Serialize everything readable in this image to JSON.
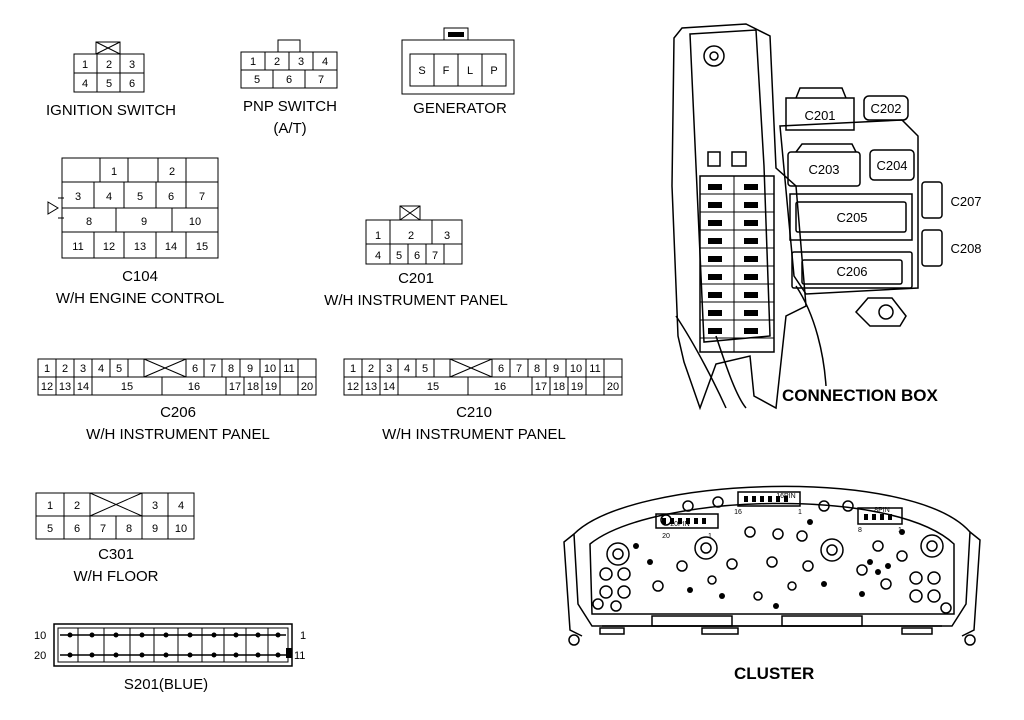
{
  "ignition": {
    "label": "IGNITION SWITCH",
    "pins": [
      "1",
      "2",
      "3",
      "4",
      "5",
      "6"
    ]
  },
  "pnp": {
    "label": "PNP SWITCH",
    "sublabel": "(A/T)",
    "pins": [
      "1",
      "2",
      "3",
      "4",
      "5",
      "6",
      "7"
    ]
  },
  "generator": {
    "label": "GENERATOR",
    "pins": [
      "S",
      "F",
      "L",
      "P"
    ]
  },
  "c104": {
    "id": "C104",
    "label": "W/H ENGINE CONTROL",
    "pins": [
      "1",
      "2",
      "3",
      "4",
      "5",
      "6",
      "7",
      "8",
      "9",
      "10",
      "11",
      "12",
      "13",
      "14",
      "15"
    ]
  },
  "c201": {
    "id": "C201",
    "label": "W/H  INSTRUMENT PANEL",
    "pins": [
      "1",
      "2",
      "3",
      "4",
      "5",
      "6",
      "7"
    ]
  },
  "c206": {
    "id": "C206",
    "label": "W/H  INSTRUMENT PANEL",
    "top": [
      "1",
      "2",
      "3",
      "4",
      "5",
      "6",
      "7",
      "8",
      "9",
      "10",
      "11"
    ],
    "bottom": [
      "12",
      "13",
      "14",
      "15",
      "16",
      "17",
      "18",
      "19",
      "20"
    ]
  },
  "c210": {
    "id": "C210",
    "label": "W/H  INSTRUMENT PANEL",
    "top": [
      "1",
      "2",
      "3",
      "4",
      "5",
      "6",
      "7",
      "8",
      "9",
      "10",
      "11"
    ],
    "bottom": [
      "12",
      "13",
      "14",
      "15",
      "16",
      "17",
      "18",
      "19",
      "20"
    ]
  },
  "c301": {
    "id": "C301",
    "label": "W/H  FLOOR",
    "top": [
      "1",
      "2",
      "3",
      "4"
    ],
    "bottom": [
      "5",
      "6",
      "7",
      "8",
      "9",
      "10"
    ]
  },
  "s201": {
    "label": "S201(BLUE)",
    "left_top": "10",
    "left_bottom": "20",
    "right_top": "1",
    "right_bottom": "11"
  },
  "connection_box": {
    "label": "CONNECTION BOX",
    "connectors": [
      "C201",
      "C202",
      "C203",
      "C204",
      "C205",
      "C206",
      "C207",
      "C208"
    ]
  },
  "cluster": {
    "label": "CLUSTER",
    "pin_labels": [
      "20PIN",
      "16PIN",
      "8PIN"
    ],
    "pin_numbers": [
      "20",
      "1",
      "16",
      "1",
      "8",
      "1"
    ]
  }
}
